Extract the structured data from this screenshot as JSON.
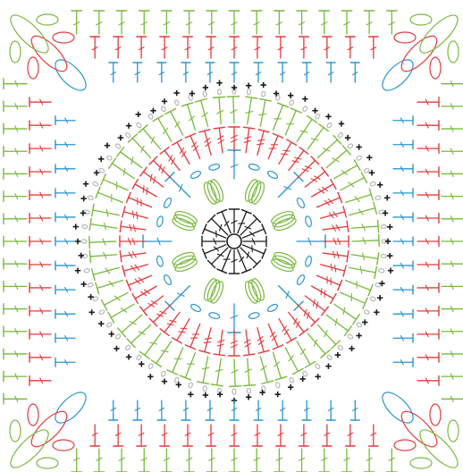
{
  "diagram": {
    "type": "crochet-granny-square-chart",
    "colors": {
      "green": "#78b93c",
      "red": "#e43a3c",
      "blue": "#2a95d2",
      "black": "#1c1c1c",
      "gray": "#b8b8b8"
    },
    "center_ring": {
      "symbol": "magic-ring"
    },
    "rounds": [
      {
        "round": 1,
        "color": "black",
        "stitch": "double-crochet",
        "count": 16
      },
      {
        "round": 2,
        "color": "green",
        "stitch": "puff-cluster",
        "count": 8
      },
      {
        "round": 3,
        "color": "blue",
        "stitch": "dc-and-chain-loops",
        "count": 24
      },
      {
        "round": 4,
        "color": "red",
        "stitch": "treble-crochet",
        "count": 48
      },
      {
        "round": 5,
        "color": "green",
        "stitch": "v-stitch-and-fans",
        "count": 56
      },
      {
        "round": 6,
        "color": "gray",
        "stitch": "chain-arches",
        "count": 64
      },
      {
        "round": 7,
        "color": "black",
        "stitch": "single-crochet",
        "count": 68
      },
      {
        "round": 8,
        "color": "blue",
        "stitch": "tall-dc-square",
        "count": 44
      },
      {
        "round": 9,
        "color": "red",
        "stitch": "tall-dc-square",
        "count": 52
      },
      {
        "round": 10,
        "color": "green",
        "stitch": "tall-dc-square",
        "count": 60
      }
    ],
    "corner_stitches": [
      {
        "color": "blue",
        "type": "chain-ellipse"
      },
      {
        "color": "red",
        "type": "chain-ellipse"
      },
      {
        "color": "green",
        "type": "chain-ellipse"
      },
      {
        "color": "red",
        "type": "puff-cluster"
      },
      {
        "color": "green",
        "type": "puff-cluster"
      }
    ]
  }
}
